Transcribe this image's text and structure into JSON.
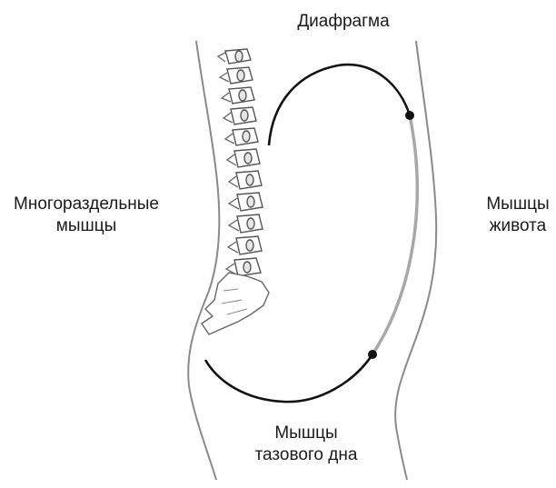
{
  "labels": {
    "diaphragm": "Диафрагма",
    "multifidus": [
      "Многораздельные",
      "мышцы"
    ],
    "abdominal": [
      "Мышцы",
      "живота"
    ],
    "pelvic_floor": [
      "Мышцы",
      "тазового дна"
    ]
  },
  "colors": {
    "outline": "#8a8a8a",
    "core_line": "#111111",
    "abdominal_line": "#a8a8a8",
    "marker": "#111111"
  },
  "icons": {
    "spine": "vertebral-column-drawing",
    "body": "torso-outline-drawing"
  }
}
